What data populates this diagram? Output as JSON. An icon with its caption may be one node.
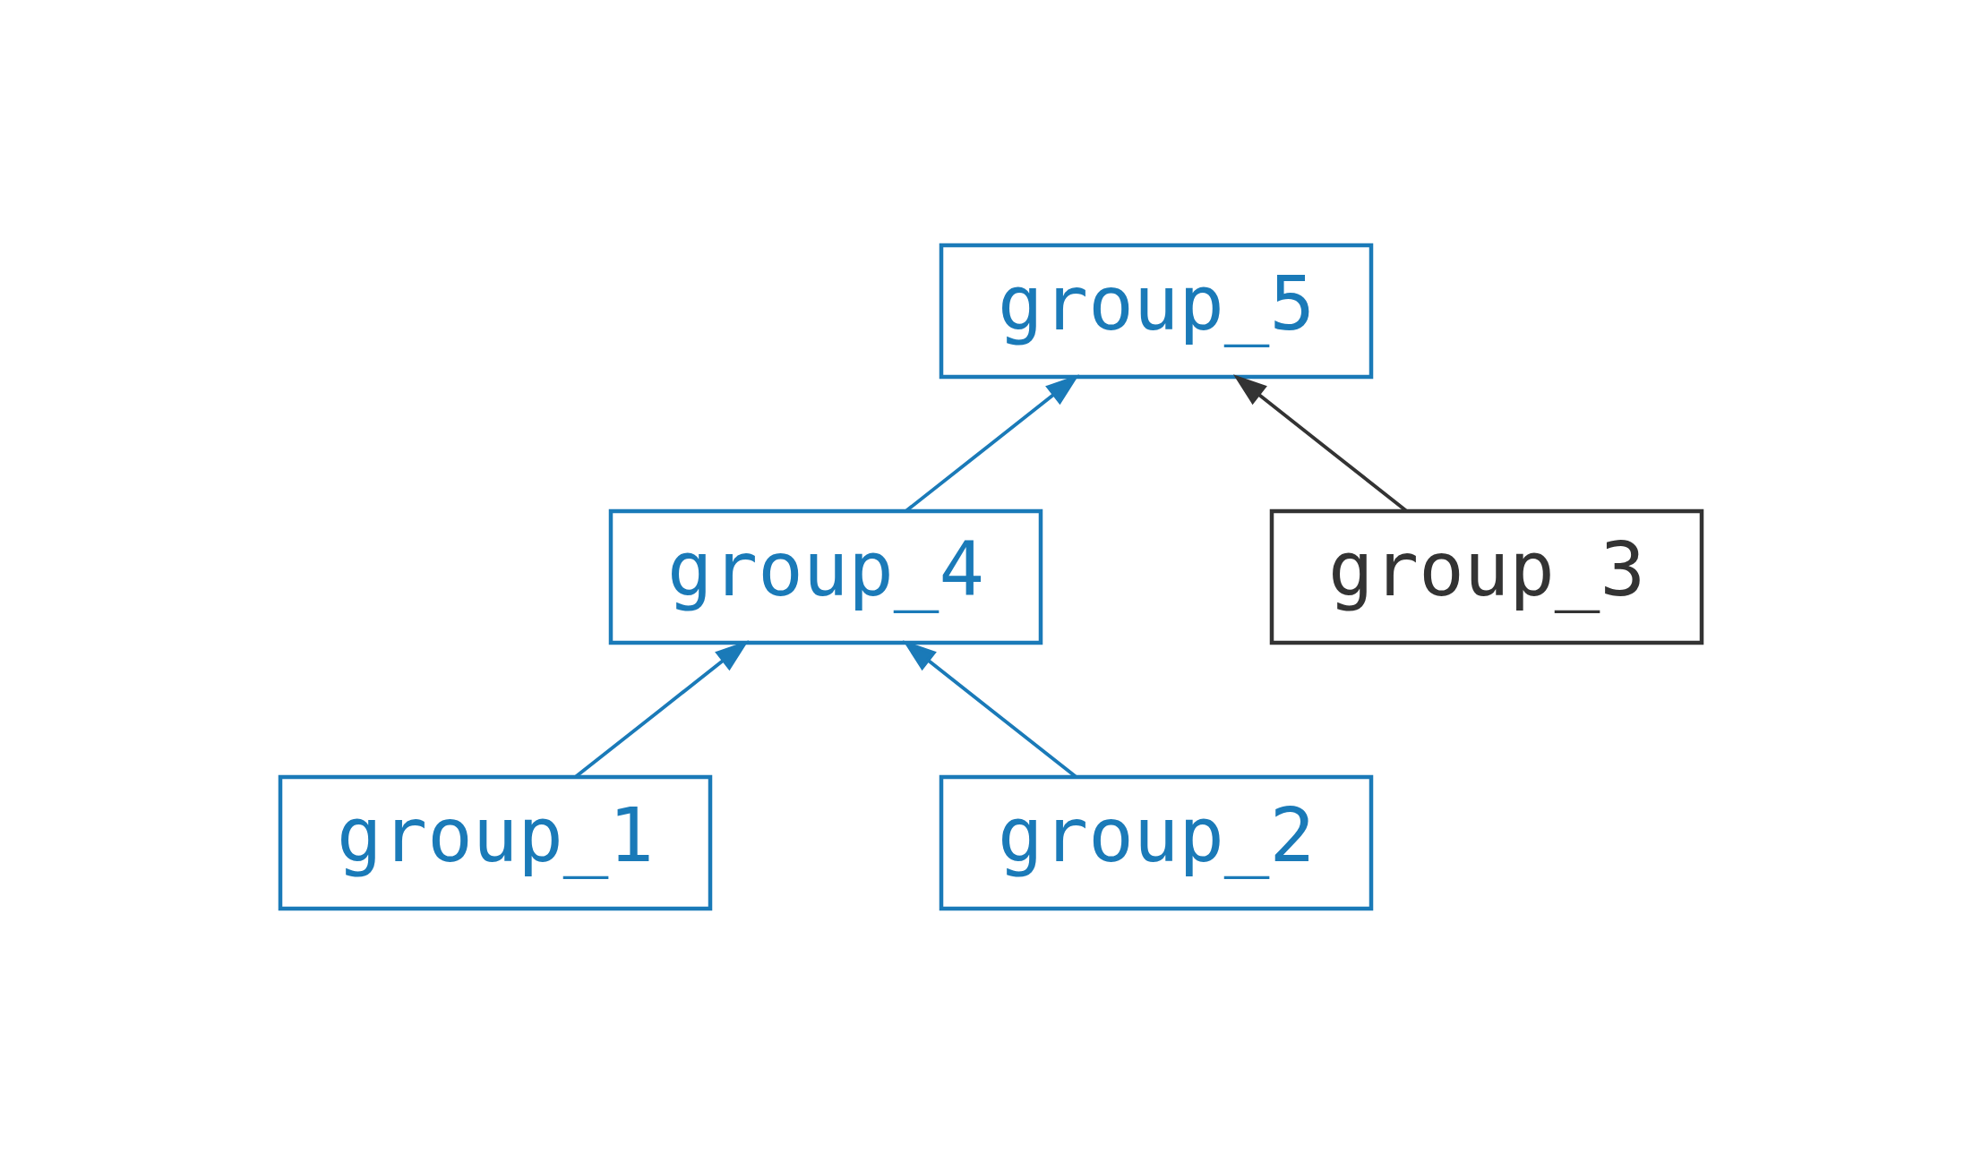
{
  "diagram": {
    "nodes": [
      {
        "text": [
          "group_5"
        ]
      },
      {
        "text": [
          "group_4"
        ]
      },
      {
        "text": [
          "group_1"
        ]
      },
      {
        "text": [
          "group_2"
        ]
      },
      {
        "text": [
          "group_3"
        ]
      }
    ],
    "edges": [
      {
        "from": 1,
        "to": 0,
        "arrow": "to"
      },
      {
        "from": 2,
        "to": 1,
        "arrow": "to"
      },
      {
        "from": 3,
        "to": 1,
        "arrow": "to"
      },
      {
        "from": 4,
        "to": 0,
        "arrow": "to",
        "color": "#333333"
      }
    ]
  }
}
